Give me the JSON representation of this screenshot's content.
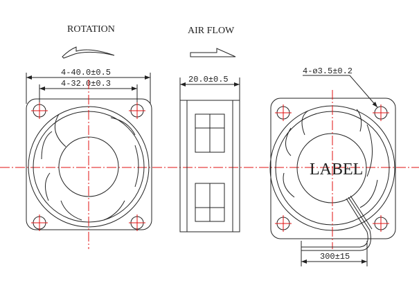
{
  "headings": {
    "rotation": "ROTATION",
    "airflow": "AIR FLOW"
  },
  "dimensions": {
    "outer_width": "4-40.0±0.5",
    "hole_spacing": "4-32.0±0.3",
    "depth": "20.0±0.5",
    "hole_diameter": "4-ø3.5±0.2",
    "lead_length": "300±15"
  },
  "label_text": "LABEL",
  "colors": {
    "line": "#222222",
    "centerline": "#e01010"
  }
}
